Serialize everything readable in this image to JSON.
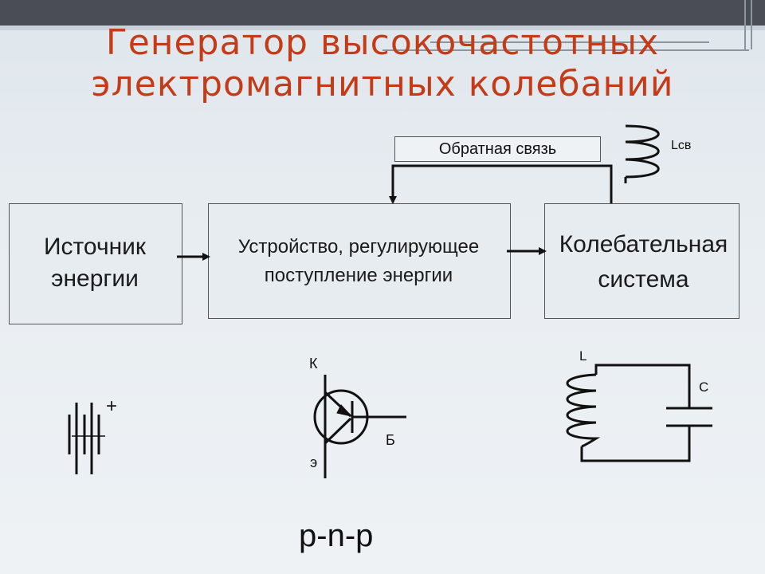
{
  "title": {
    "line1": "Генератор высокочастотных",
    "line2": "электромагнитных колебаний"
  },
  "blocks": {
    "source": {
      "line1": "Источник",
      "line2": "энергии"
    },
    "regulator": {
      "line1": "Устройство, регулирующее",
      "line2": "поступление энергии"
    },
    "oscillator": {
      "line1": "Колебательная",
      "line2": "система"
    }
  },
  "feedback": {
    "label": "Обратная связь",
    "coil_label": "Lсв"
  },
  "battery": {
    "plus": "+"
  },
  "transistor": {
    "collector": "К",
    "base": "Б",
    "emitter": "э",
    "type": "p-n-p"
  },
  "lc_circuit": {
    "inductor": "L",
    "capacitor": "С"
  }
}
